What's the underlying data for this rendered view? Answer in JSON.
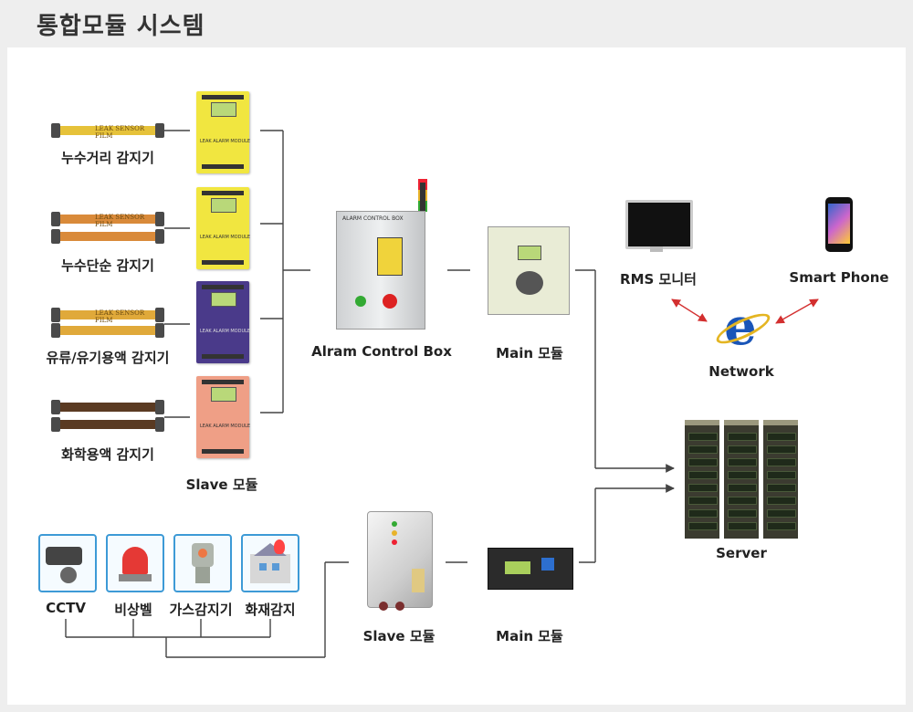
{
  "title": "통합모듈 시스템",
  "sensors": [
    {
      "label": "누수거리 감지기",
      "cable_text": "LEAK SENSOR FILM"
    },
    {
      "label": "누수단순 감지기",
      "cable_text": "LEAK SENSOR FILM"
    },
    {
      "label": "유류/유기용액 감지기",
      "cable_text": "LEAK SENSOR FILM"
    },
    {
      "label": "화학용액 감지기",
      "cable_text": ""
    }
  ],
  "module_text": "LEAK ALARM MODULE",
  "slave_label_1": "Slave 모듈",
  "control_box_label": "Alram Control Box",
  "control_box_text": "ALARM CONTROL BOX",
  "main_label_1": "Main 모듈",
  "rms_label": "RMS 모니터",
  "phone_label": "Smart Phone",
  "network_label": "Network",
  "network_logo": "e",
  "server_label": "Server",
  "alarm_devices": [
    {
      "label": "CCTV",
      "icon": "cctv-camera-icon"
    },
    {
      "label": "비상벨",
      "icon": "emergency-bell-icon"
    },
    {
      "label": "가스감지기",
      "icon": "gas-detector-icon"
    },
    {
      "label": "화재감지",
      "icon": "fire-detector-icon"
    }
  ],
  "slave_label_2": "Slave 모듈",
  "main_label_2": "Main 모듈",
  "colors": {
    "icon_border": "#3d9ad6",
    "arrow": "#d32f2f",
    "line": "#444444"
  }
}
